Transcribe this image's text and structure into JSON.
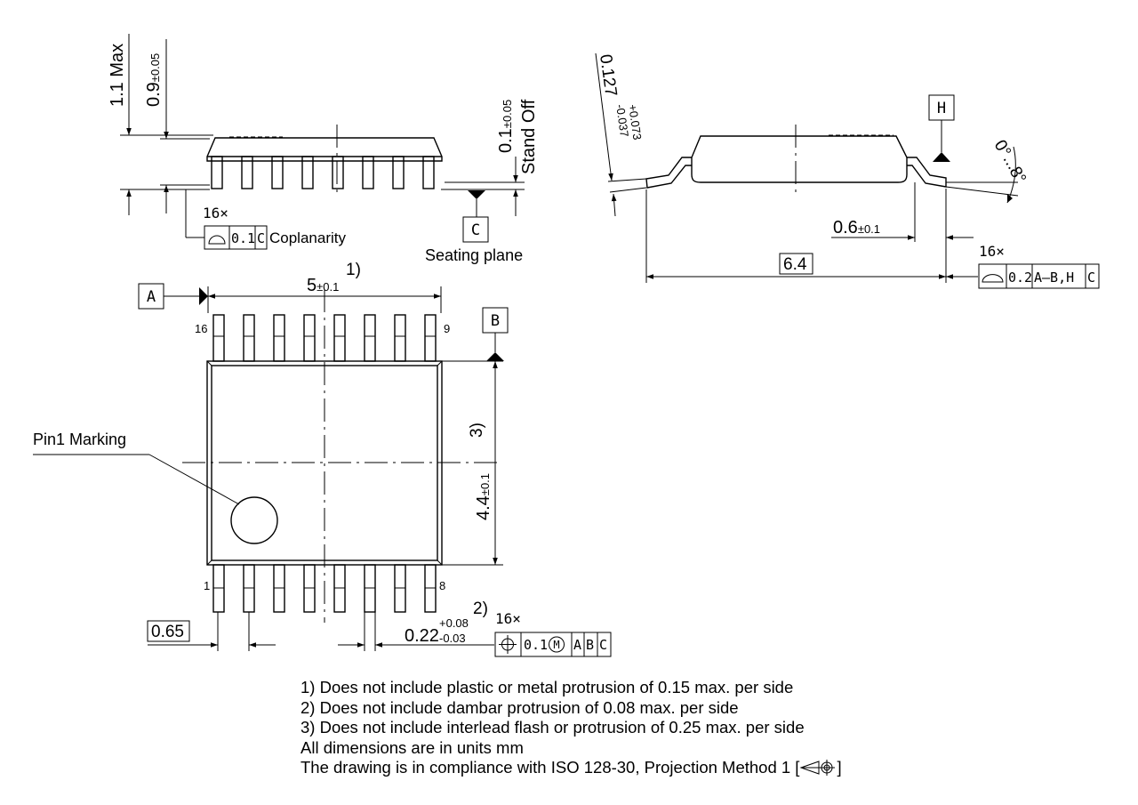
{
  "side_view": {
    "dim_height_max": "1.1 Max",
    "dim_body_value": "0.9",
    "dim_body_tol": "±0.05",
    "dim_standoff_value": "0.1",
    "dim_standoff_tol": "±0.05",
    "standoff_label": "Stand Off",
    "coplanarity_count": "16×",
    "coplanarity_value": "0.1",
    "coplanarity_datum": "C",
    "coplanarity_label": "Coplanarity",
    "seating_datum": "C",
    "seating_label": "Seating plane"
  },
  "end_view": {
    "lead_thickness_value": "0.127",
    "lead_thickness_tol_plus": "+0.073",
    "lead_thickness_tol_minus": "-0.037",
    "datum_h": "H",
    "angle_from": "0°",
    "angle_ellipsis": "...",
    "angle_to": "8°",
    "lead_length_value": "0.6",
    "lead_length_tol": "±0.1",
    "overall_width": "6.4",
    "profile_count": "16×",
    "profile_value": "0.2",
    "profile_datum_1": "A–B,H",
    "profile_datum_2": "C"
  },
  "top_view": {
    "datum_a": "A",
    "datum_b": "B",
    "length_value": "5",
    "length_tol": "±0.1",
    "length_note": "1)",
    "width_value": "4.4",
    "width_tol": "±0.1",
    "width_note": "3)",
    "pin16": "16",
    "pin9": "9",
    "pin1": "1",
    "pin8": "8",
    "pin1_marking": "Pin1 Marking",
    "pitch": "0.65",
    "lead_width_value": "0.22",
    "lead_width_tol_plus": "+0.08",
    "lead_width_tol_minus": "-0.03",
    "lead_width_note": "2)",
    "position_count": "16×",
    "position_value": "0.1",
    "position_mod": "M",
    "position_datum_a": "A",
    "position_datum_b": "B",
    "position_datum_c": "C"
  },
  "notes": [
    "1) Does not include plastic or metal protrusion of 0.15 max. per side",
    "2) Does not include dambar protrusion of 0.08 max. per side",
    "3) Does not include interlead flash or protrusion of 0.25 max. per side",
    "All dimensions are in units mm",
    "The drawing is in compliance with ISO 128-30, Projection Method 1 ["
  ],
  "notes_close": "]"
}
